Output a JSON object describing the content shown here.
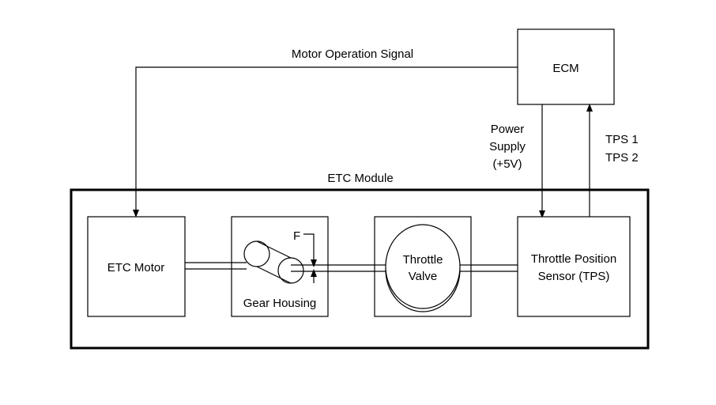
{
  "labels": {
    "motor_signal": "Motor Operation Signal",
    "ecm": "ECM",
    "power_supply_1": "Power",
    "power_supply_2": "Supply",
    "power_supply_3": "(+5V)",
    "tps1": "TPS 1",
    "tps2": "TPS 2",
    "etc_module": "ETC Module",
    "etc_motor": "ETC Motor",
    "gear_housing": "Gear Housing",
    "force": "F",
    "throttle_valve_1": "Throttle",
    "throttle_valve_2": "Valve",
    "tps_1": "Throttle Position",
    "tps_2": "Sensor (TPS)"
  }
}
